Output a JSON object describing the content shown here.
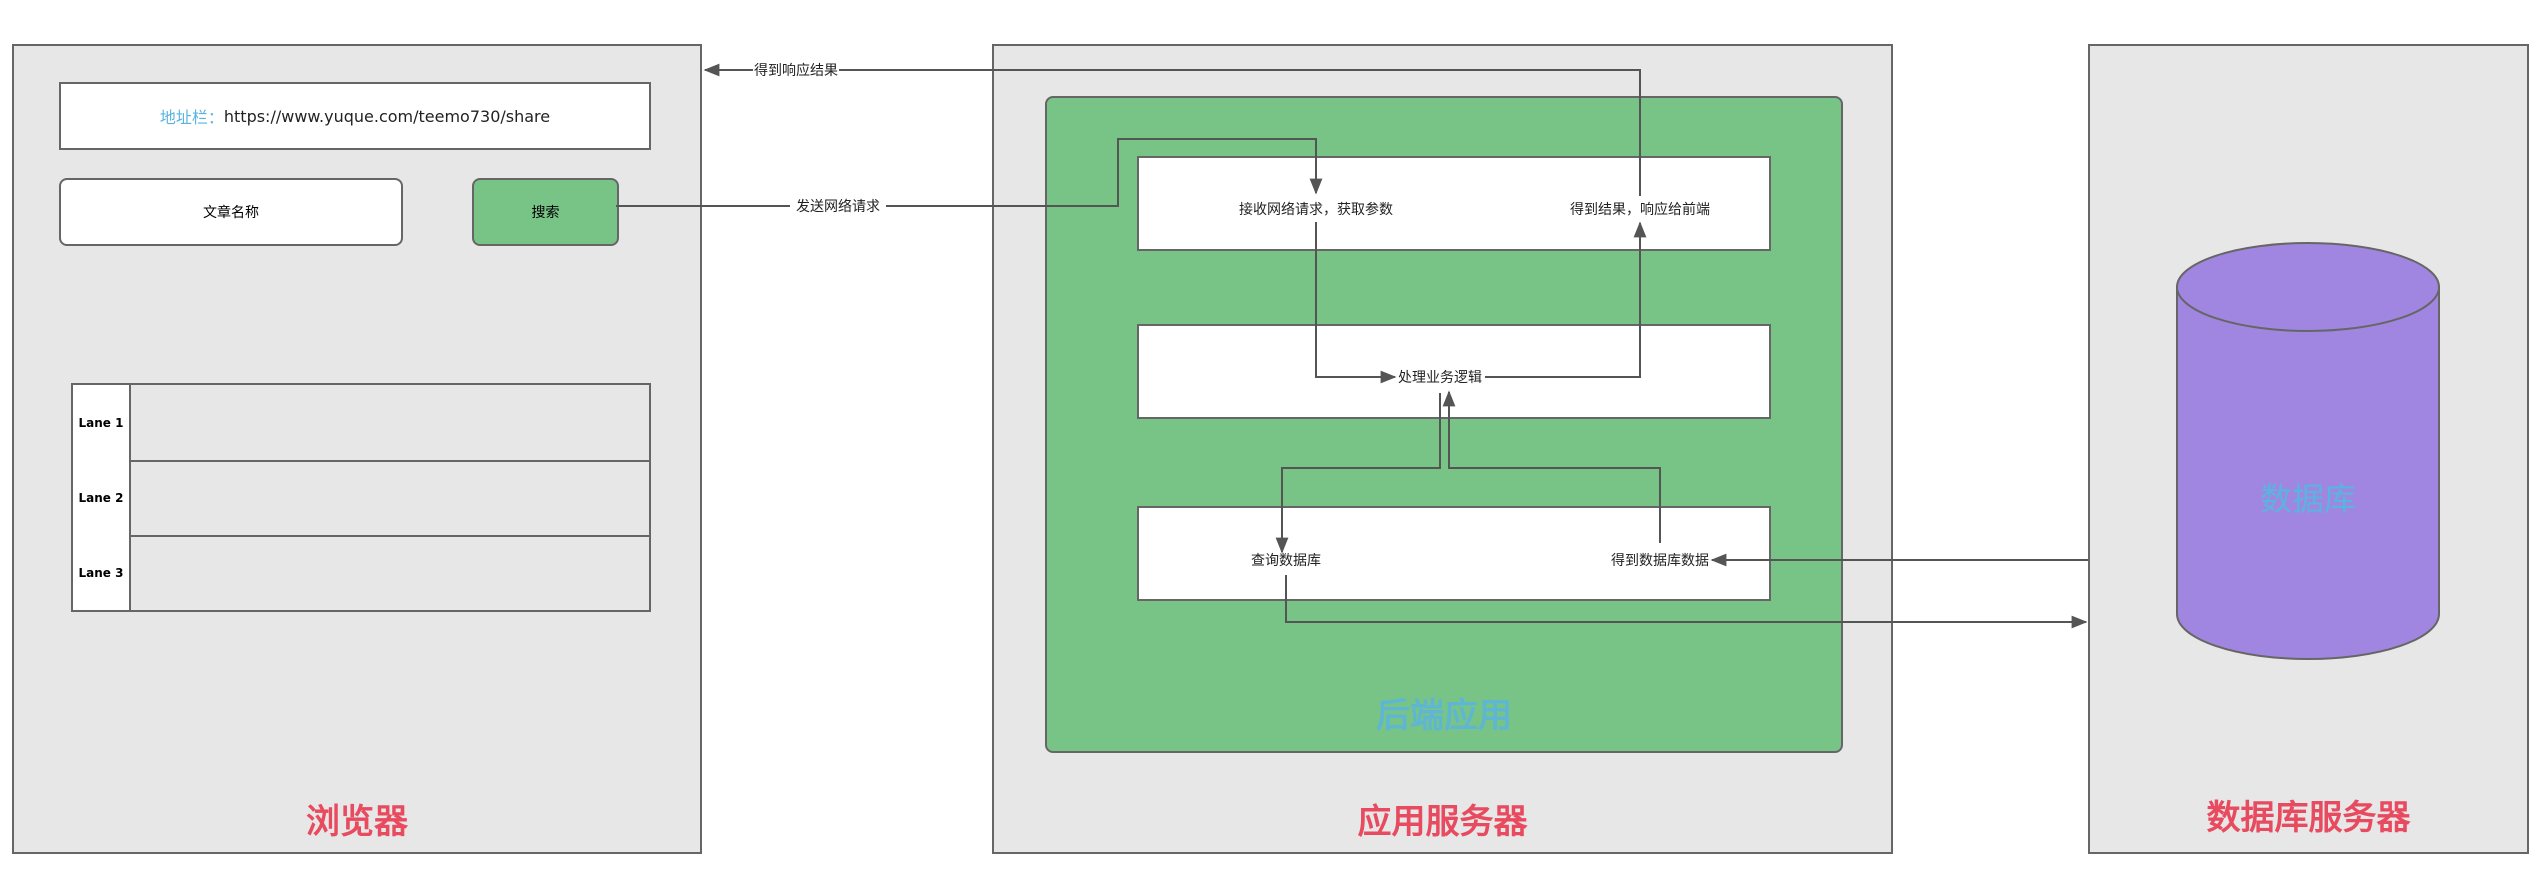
{
  "colors": {
    "panel_bg": "#e6e7e6",
    "border": "#666666",
    "title_red": "#e84a5f",
    "backend_green": "#78c486",
    "db_purple": "#a086e0",
    "label_blue": "#5ab4e0"
  },
  "browser": {
    "title": "浏览器",
    "address_bar": {
      "label": "地址栏：",
      "url": "https://www.yuque.com/teemo730/share"
    },
    "title_input": {
      "placeholder": "文章名称"
    },
    "search_button": {
      "label": "搜索"
    },
    "lanes": [
      {
        "label": "Lane 1"
      },
      {
        "label": "Lane 2"
      },
      {
        "label": "Lane 3"
      }
    ]
  },
  "app_server": {
    "title": "应用服务器",
    "backend": {
      "label": "后端应用",
      "steps": {
        "receive": "接收网络请求，获取参数",
        "respond": "得到结果，响应给前端",
        "process": "处理业务逻辑",
        "query": "查询数据库",
        "get_data": "得到数据库数据"
      }
    }
  },
  "db_server": {
    "title": "数据库服务器",
    "database": {
      "label": "数据库"
    }
  },
  "edges": {
    "send_request": "发送网络请求",
    "get_response": "得到响应结果"
  }
}
